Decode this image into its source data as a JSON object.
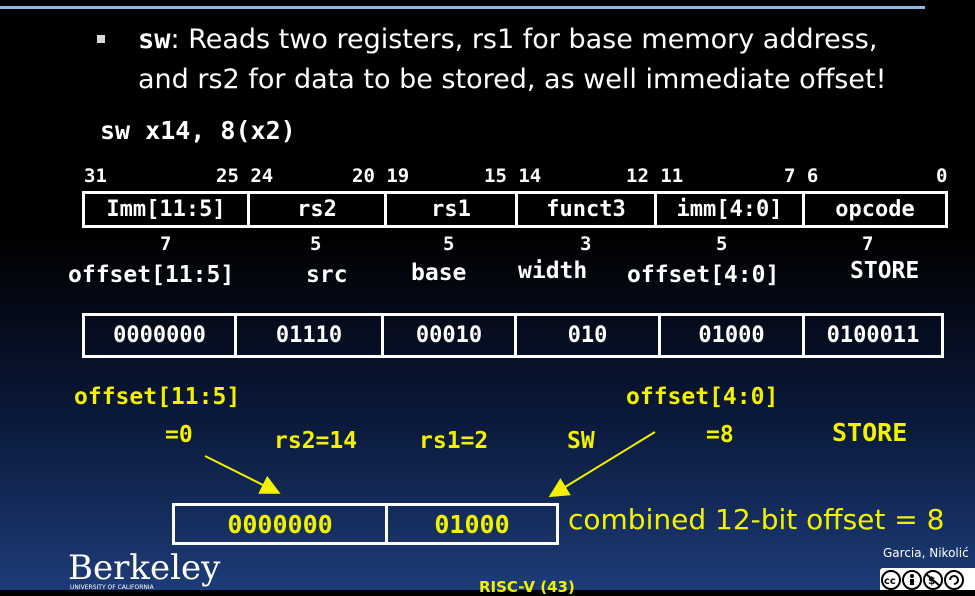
{
  "bullet": {
    "keyword": "sw",
    "line1_rest": ": Reads two registers, rs1 for base memory address,",
    "line2": "and rs2 for data to be stored, as well immediate offset!"
  },
  "instruction": "sw x14, 8(x2)",
  "bit_positions": {
    "b31": "31",
    "b25_24": "25 24",
    "b20_19": "20 19",
    "b15_14": "15 14",
    "b12_11": "12 11",
    "b7_6": "7 6",
    "b0": "0"
  },
  "format_fields": [
    "Imm[11:5]",
    "rs2",
    "rs1",
    "funct3",
    "imm[4:0]",
    "opcode"
  ],
  "field_widths": [
    "7",
    "5",
    "5",
    "3",
    "5",
    "7"
  ],
  "field_meanings": [
    "offset[11:5]",
    "src",
    "base",
    "width",
    "offset[4:0]",
    "STORE"
  ],
  "binary_fields": [
    "0000000",
    "01110",
    "00010",
    "010",
    "01000",
    "0100011"
  ],
  "annotations": {
    "offset_hi": "offset[11:5]",
    "offset_hi_val": "=0",
    "rs2": "rs2=14",
    "rs1": "rs1=2",
    "sw": "SW",
    "offset_lo": "offset[4:0]",
    "offset_lo_val": "=8",
    "store": "STORE"
  },
  "combined": {
    "hi": "0000000",
    "lo": "01000",
    "label": "combined 12-bit offset = 8"
  },
  "footer": {
    "logo": "Berkeley",
    "logo_sub": "UNIVERSITY OF CALIFORNIA",
    "page": "RISC-V (43)",
    "authors": "Garcia, Nikolić",
    "license_icon": "cc-by-nc-sa-icon"
  },
  "colors": {
    "accent_yellow": "#f2f200",
    "top_rule": "#8fb8e8"
  }
}
